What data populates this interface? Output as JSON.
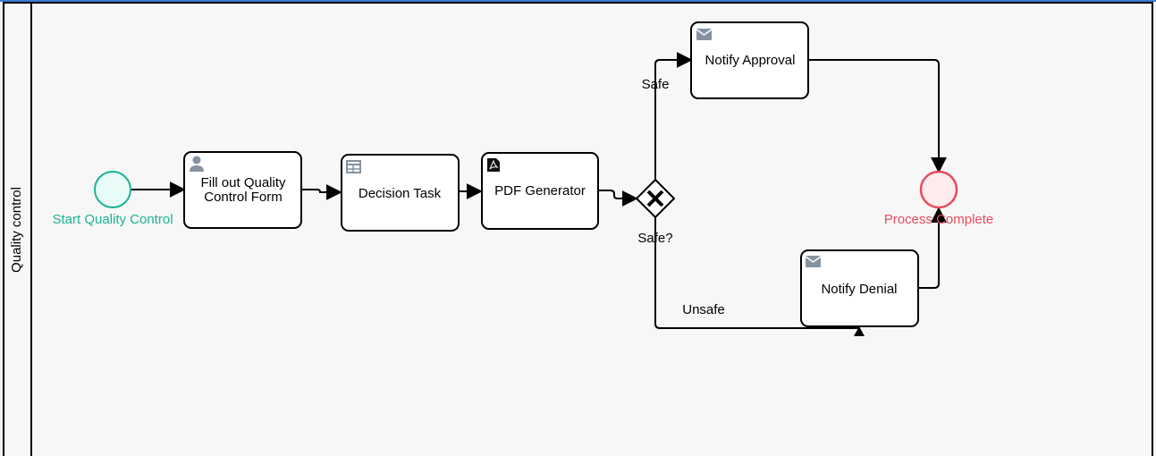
{
  "lane": {
    "label": "Quality control"
  },
  "start_event": {
    "label": "Start Quality Control"
  },
  "tasks": {
    "fill_form": {
      "line1": "Fill out Quality",
      "line2": "Control Form",
      "icon": "user-icon"
    },
    "decision": {
      "label": "Decision Task",
      "icon": "table-icon"
    },
    "pdf": {
      "label": "PDF Generator",
      "icon": "pdf-icon"
    },
    "notify_approval": {
      "label": "Notify Approval",
      "icon": "envelope-icon"
    },
    "notify_denial": {
      "label": "Notify Denial",
      "icon": "envelope-icon"
    }
  },
  "gateway": {
    "label": "Safe?"
  },
  "flows": {
    "safe": "Safe",
    "unsafe": "Unsafe"
  },
  "end_event": {
    "label": "Process Complete"
  },
  "colors": {
    "start": "#1bb394",
    "start_fill": "#e8fbf7",
    "end": "#e74c5e",
    "end_fill": "#fdecee",
    "frame_border": "#3a7bd5",
    "icon": "#8592a0"
  }
}
